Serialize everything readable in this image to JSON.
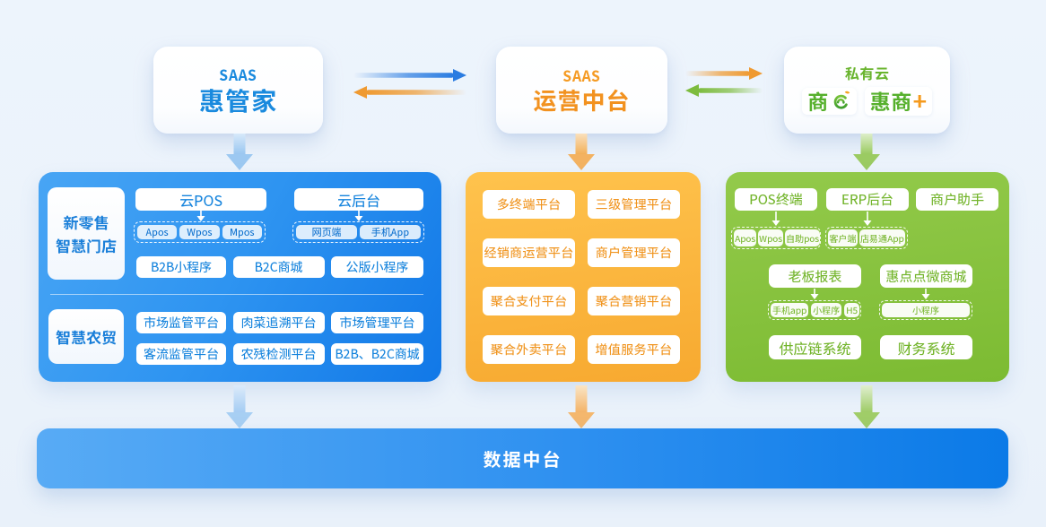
{
  "colors": {
    "background": "#ecf3fb",
    "blue_panel": "#2e94f1",
    "orange_panel": "#f9b23c",
    "green_panel": "#87c23e",
    "blue_text": "#1684dd",
    "orange_text": "#f0941e",
    "green_text": "#74b52d",
    "bar_gradient": [
      "#58abf5",
      "#0b7ae7"
    ]
  },
  "icons": {
    "flow-right-blue-icon": "gradient-right-arrow",
    "flow-left-orange-icon": "gradient-left-arrow",
    "flow-right-orange-icon": "gradient-right-arrow",
    "flow-left-green-icon": "gradient-left-arrow",
    "down-arrow-blue-icon": "thick-down-arrow",
    "down-arrow-orange-icon": "thick-down-arrow",
    "down-arrow-green-icon": "thick-down-arrow",
    "connector-down-icon": "small-white-down-arrow",
    "e-swirl-logo-icon": "green-spiral-e-with-orange-leaf"
  },
  "header": {
    "card_hgj": {
      "tag": "SAAS",
      "title": "惠管家"
    },
    "card_yyzt": {
      "tag": "SAAS",
      "title": "运营中台"
    },
    "card_syy": {
      "tag": "私有云",
      "brand1_text": "商",
      "brand2_text": "惠商",
      "brand2_plus": "+"
    }
  },
  "blue_panel": {
    "section_retail": {
      "label_lines": [
        "新零售",
        "智慧门店"
      ],
      "cloud_pos": {
        "title": "云POS",
        "chips": [
          "Apos",
          "Wpos",
          "Mpos"
        ]
      },
      "cloud_back": {
        "title": "云后台",
        "chips": [
          "网页端",
          "手机App"
        ]
      },
      "items": [
        "B2B小程序",
        "B2C商城",
        "公版小程序"
      ]
    },
    "section_agri": {
      "label": "智慧农贸",
      "items": [
        "市场监管平台",
        "肉菜追溯平台",
        "市场管理平台",
        "客流监管平台",
        "农残检测平台",
        "B2B、B2C商城"
      ]
    }
  },
  "orange_panel": {
    "items": [
      "多终端平台",
      "三级管理平台",
      "经销商运营平台",
      "商户管理平台",
      "聚合支付平台",
      "聚合营销平台",
      "聚合外卖平台",
      "增值服务平台"
    ]
  },
  "green_panel": {
    "pos_terminal": {
      "title": "POS终端",
      "chips": [
        "Apos",
        "Wpos",
        "自助pos"
      ]
    },
    "erp_back": {
      "title": "ERP后台",
      "chips": [
        "客户端",
        "店易通App"
      ]
    },
    "merchant_assistant": {
      "title": "商户助手"
    },
    "boss_report": {
      "title": "老板报表",
      "chips": [
        "手机app",
        "小程序",
        "H5"
      ]
    },
    "huidiandian_mall": {
      "title": "惠点点微商城",
      "chips": [
        "小程序"
      ]
    },
    "bottom_items": [
      "供应链系统",
      "财务系统"
    ]
  },
  "bottom_bar": {
    "title": "数据中台"
  }
}
